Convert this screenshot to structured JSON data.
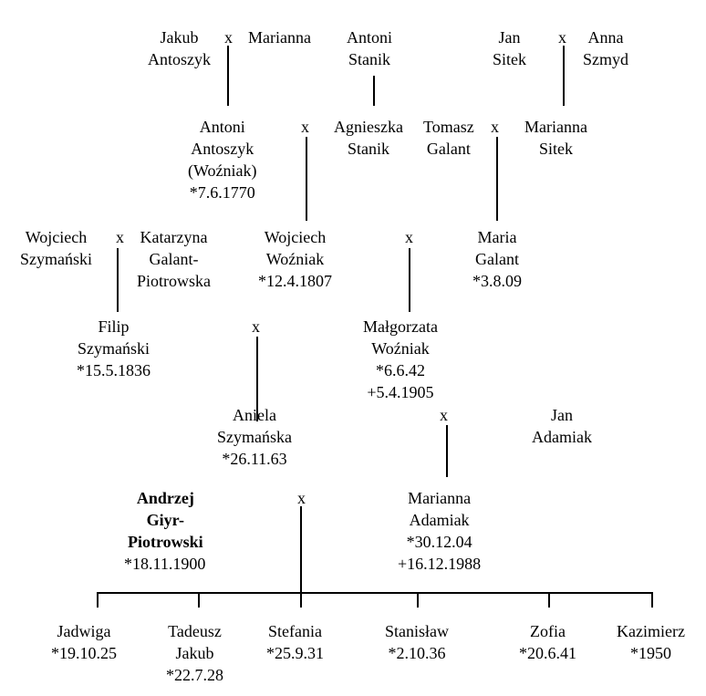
{
  "marriage_symbol": "x",
  "people": {
    "jakub_antoszyk": "Jakub\nAntoszyk",
    "marianna_1": "Marianna",
    "antoni_stanik": "Antoni\nStanik",
    "jan_sitek": "Jan\nSitek",
    "anna_szmyd": "Anna\nSzmyd",
    "antoni_antoszyk": "Antoni\nAntoszyk\n(Woźniak)\n*7.6.1770",
    "agnieszka_stanik": "Agnieszka\nStanik",
    "tomasz_galant": "Tomasz\nGalant",
    "marianna_sitek": "Marianna\nSitek",
    "wojciech_szymanski": "Wojciech\nSzymański",
    "katarzyna_galant": "Katarzyna\nGalant-\nPiotrowska",
    "wojciech_wozniak": "Wojciech\nWoźniak\n*12.4.1807",
    "maria_galant": "Maria\nGalant\n*3.8.09",
    "filip_szymanski": "Filip\nSzymański\n*15.5.1836",
    "malgorzata_wozniak": "Małgorzata\nWoźniak\n*6.6.42\n+5.4.1905",
    "aniela_szymanska": "Aniela\nSzymańska\n*26.11.63",
    "jan_adamiak": "Jan\nAdamiak",
    "andrzej_name": "Andrzej\nGiyr-\nPiotrowski",
    "andrzej_birth": "*18.11.1900",
    "marianna_adamiak": "Marianna\nAdamiak\n*30.12.04\n+16.12.1988"
  },
  "children": [
    "Jadwiga\n*19.10.25",
    "Tadeusz\nJakub\n*22.7.28",
    "Stefania\n*25.9.31",
    "Stanisław\n*2.10.36",
    "Zofia\n*20.6.41",
    "Kazimierz\n*1950"
  ]
}
